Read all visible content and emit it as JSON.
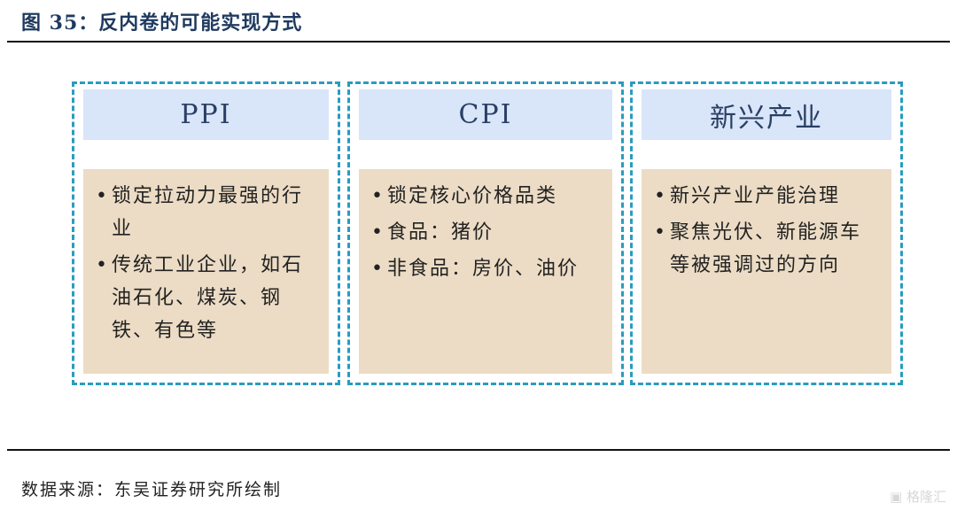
{
  "title": "图 35：反内卷的可能实现方式",
  "columns": [
    {
      "header": "PPI",
      "items": [
        "锁定拉动力最强的行业",
        "传统工业企业，如石油石化、煤炭、钢铁、有色等"
      ]
    },
    {
      "header": "CPI",
      "items": [
        "锁定核心价格品类",
        "食品：猪价",
        "非食品：房价、油价"
      ]
    },
    {
      "header": "新兴产业",
      "items": [
        "新兴产业产能治理",
        "聚焦光伏、新能源车等被强调过的方向"
      ]
    }
  ],
  "source": "数据来源：东吴证券研究所绘制",
  "watermark": "格隆汇",
  "colors": {
    "header_bg": "#d9e5f8",
    "body_bg": "#ecdcc5",
    "border": "#2a9bc0",
    "title": "#1f3a5f"
  }
}
